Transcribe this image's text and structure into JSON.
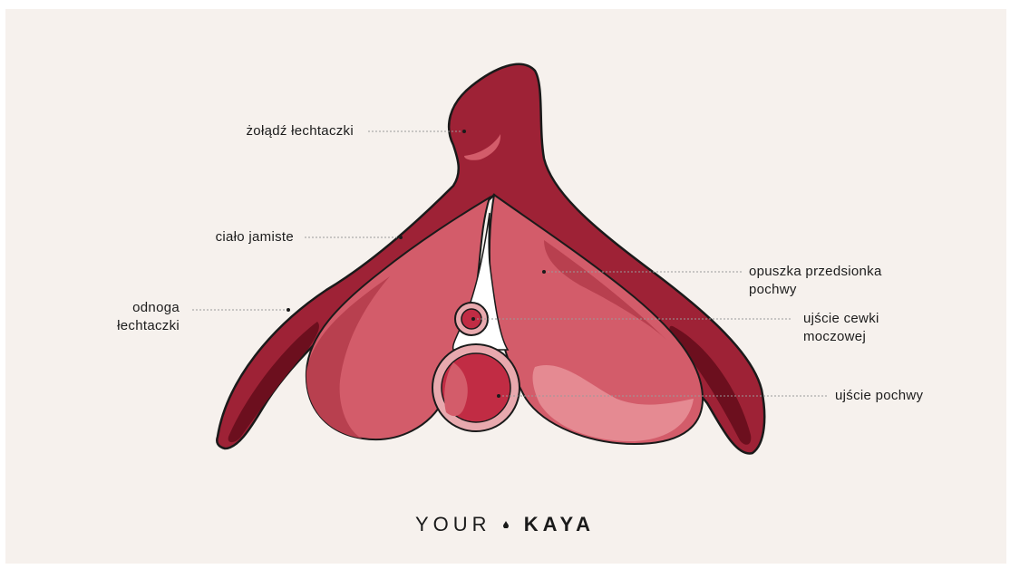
{
  "labels": {
    "glans": "żołądź łechtaczki",
    "body": "ciało jamiste",
    "crus": "odnoga\nłechtaczki",
    "bulb": "opuszka przedsionka\npochwy",
    "urethra": "ujście cewki\nmoczowej",
    "vagina": "ujście pochwy"
  },
  "logo": {
    "part1": "YOUR",
    "part2": "KAYA"
  },
  "colors": {
    "background": "#f6f1ed",
    "clitoris": "#9e2236",
    "crus_inner": "#6c0f1e",
    "bulb": "#d35c6a",
    "bulb_dark": "#b8404f",
    "bulb_light": "#e58a92",
    "opening": "#c12c44",
    "opening_ring": "#e8a9ae"
  }
}
